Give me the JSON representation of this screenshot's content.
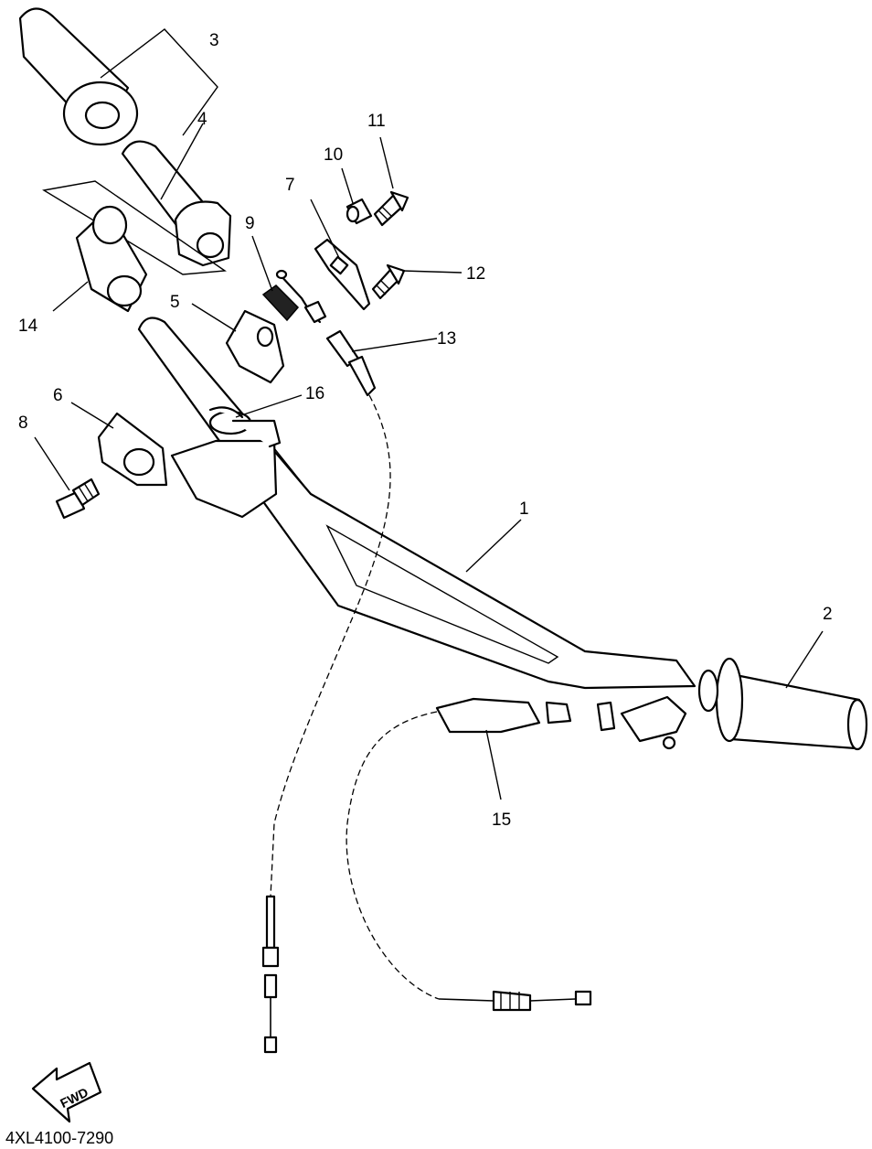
{
  "diagram": {
    "callouts": {
      "c1": "1",
      "c2": "2",
      "c3": "3",
      "c4": "4",
      "c5": "5",
      "c6": "6",
      "c7": "7",
      "c8": "8",
      "c9": "9",
      "c10": "10",
      "c11": "11",
      "c12": "12",
      "c13": "13",
      "c14": "14",
      "c15": "15",
      "c16": "16"
    },
    "fwd_label": "FWD",
    "drawing_code": "4XL4100-7290"
  }
}
